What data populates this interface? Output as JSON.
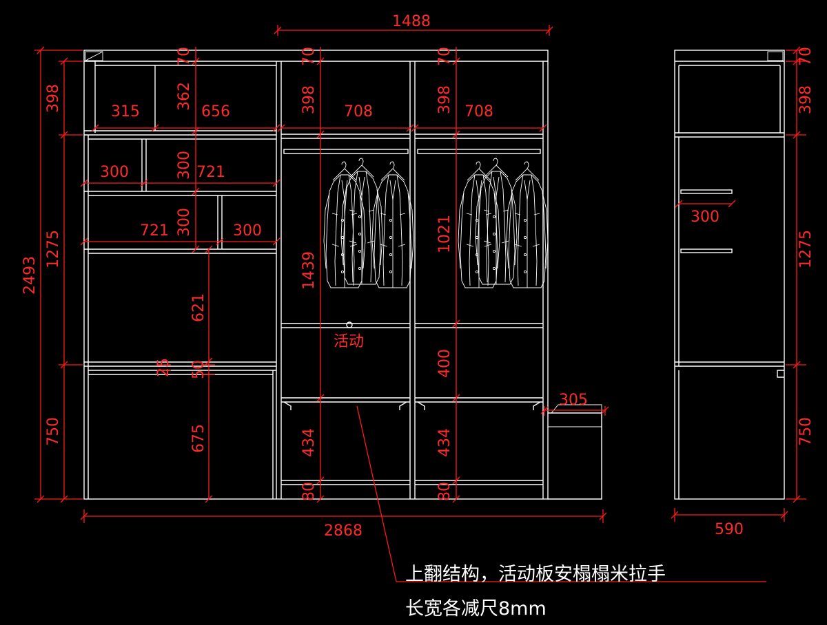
{
  "colors": {
    "background": "#000000",
    "drawing_lines": "#ffffff",
    "dimensions": "#ff1a1a"
  },
  "dimensions": {
    "overall_width": "2868",
    "upper_width": "1488",
    "overall_height": "2493",
    "h_top_band": "398",
    "h_middle_band": "1275",
    "h_bottom_band": "750",
    "top_board": "70",
    "c1_top_w1": "315",
    "c1_top_w2": "656",
    "c1_top_h": "362",
    "c1_r2_w1": "300",
    "c1_r2_w2": "721",
    "c1_r2_h": "300",
    "c1_r3_w1": "721",
    "c1_r3_w2": "300",
    "c1_r3_h": "300",
    "c1_open_h": "621",
    "c1_rail_a": "25",
    "c1_rail_b": "50",
    "c1_door_h": "675",
    "c2_top_h": "398",
    "c2_top_w": "708",
    "c2_hang_h": "1439",
    "c2_drawer_h": "434",
    "c2_base_h": "80",
    "c3_top_h": "398",
    "c3_top_w": "708",
    "c3_hang_h": "1021",
    "c3_shelf_h": "400",
    "c3_drawer_h": "434",
    "c3_base_h": "80",
    "bench_w": "305",
    "side_top": "70",
    "side_top_band": "398",
    "side_middle_band": "1275",
    "side_bottom_band": "750",
    "side_rail_depth": "300",
    "side_depth": "590"
  },
  "labels": {
    "movable": "活动",
    "note_line1": "上翻结构，活动板安榻榻米拉手",
    "note_line2": "长宽各减尺8mm"
  },
  "icons": [
    "coat-hanger-icon"
  ]
}
